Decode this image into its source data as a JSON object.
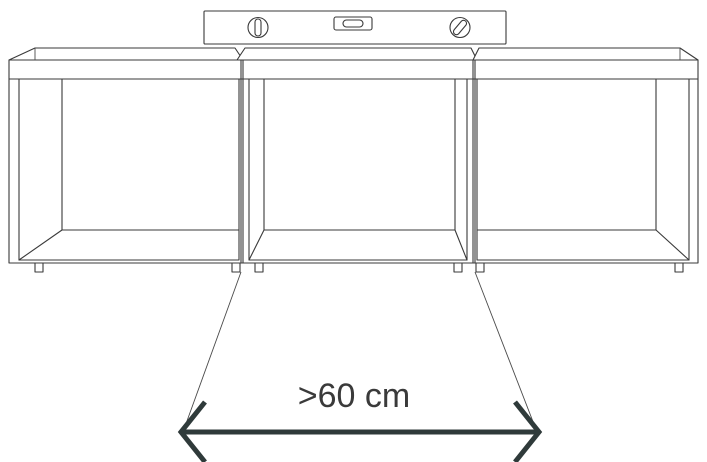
{
  "measurement": {
    "label": ">60 cm"
  },
  "components": {
    "spirit_level": "spirit-level",
    "cabinets": [
      "cabinet-left",
      "cabinet-middle",
      "cabinet-right"
    ],
    "dimension": "width-arrow"
  },
  "colors": {
    "line": "#3a3a3a",
    "arrow": "#2f3a3a",
    "background": "#ffffff"
  }
}
